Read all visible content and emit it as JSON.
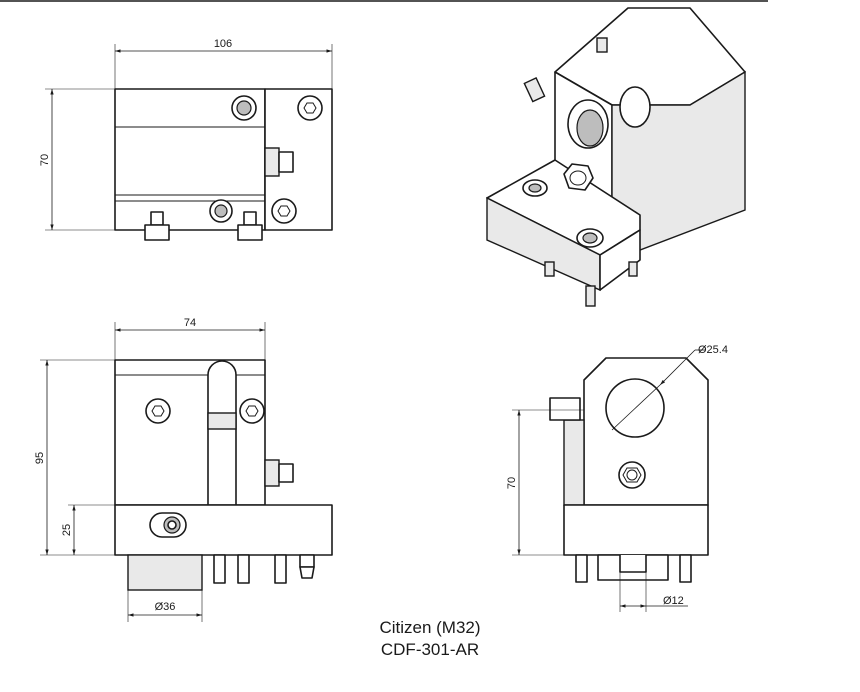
{
  "dimensions": {
    "top_width": "106",
    "top_height": "70",
    "front_width": "74",
    "front_height": "95",
    "front_base": "25",
    "front_shank": "Ø36",
    "side_bore": "Ø25.4",
    "side_height": "70",
    "side_pin": "Ø12"
  },
  "caption": {
    "line1": "Citizen (M32)",
    "line2": "CDF-301-AR"
  }
}
